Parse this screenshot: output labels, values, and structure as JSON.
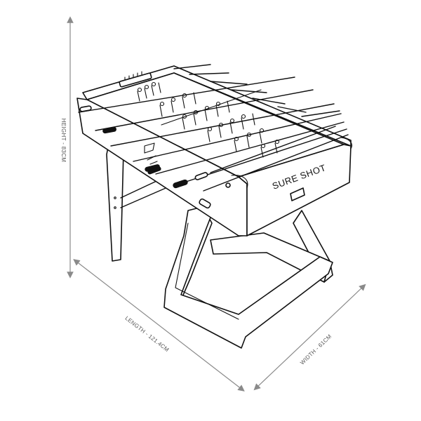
{
  "product": {
    "brand_label": "SURE SHOT"
  },
  "dimensions": {
    "height_label": "HEIGHT - 83CM",
    "length_label": "LENGTH - 121.4CM",
    "width_label": "WIDTH - 61CM"
  },
  "colors": {
    "line": "#111111",
    "dimension": "#8a8a8a",
    "background": "#ffffff"
  }
}
